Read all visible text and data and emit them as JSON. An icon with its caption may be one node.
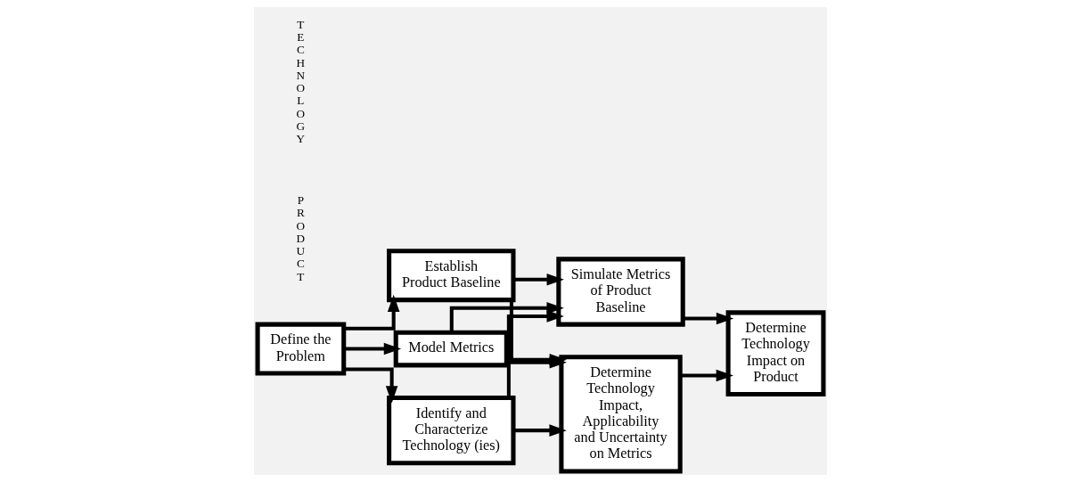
{
  "diagram": {
    "nodes": [
      {
        "text": [
          "Define the Problem"
        ]
      },
      {
        "text": [
          "Establish Product Baseline"
        ]
      },
      {
        "text": [
          "Model Metrics"
        ]
      },
      {
        "text": [
          "Identify and Characterize Technology (ies)"
        ]
      },
      {
        "text": [
          "Simulate Metrics of Product Baseline"
        ]
      },
      {
        "text": [
          "Determine Technology Impact, Applicability and Uncertainty on Metrics"
        ]
      },
      {
        "text": [
          "Determine Technology Impact on Product"
        ]
      }
    ],
    "edges": [
      {
        "from": 0,
        "to": 1,
        "arrow": "to"
      },
      {
        "from": 0,
        "to": 2,
        "arrow": "to"
      },
      {
        "from": 0,
        "to": 3,
        "arrow": "to"
      },
      {
        "from": 1,
        "to": 4,
        "arrow": "to"
      },
      {
        "from": 1,
        "to": 5,
        "arrow": "to"
      },
      {
        "from": 2,
        "to": 4,
        "arrow": "to"
      },
      {
        "from": 2,
        "to": 5,
        "arrow": "to"
      },
      {
        "from": 3,
        "to": 4,
        "arrow": "to"
      },
      {
        "from": 3,
        "to": 5,
        "arrow": "to"
      },
      {
        "from": 4,
        "to": 6,
        "arrow": "to"
      },
      {
        "from": 5,
        "to": 6,
        "arrow": "to"
      }
    ],
    "labels": [
      "PRODUCT",
      "TECHNOLOGY"
    ]
  }
}
